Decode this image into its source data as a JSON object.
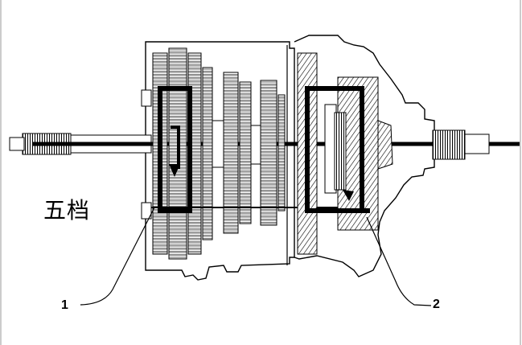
{
  "diagram": {
    "gear_label": "五档",
    "callouts": [
      {
        "id": "1",
        "text": "1"
      },
      {
        "id": "2",
        "text": "2"
      }
    ]
  }
}
